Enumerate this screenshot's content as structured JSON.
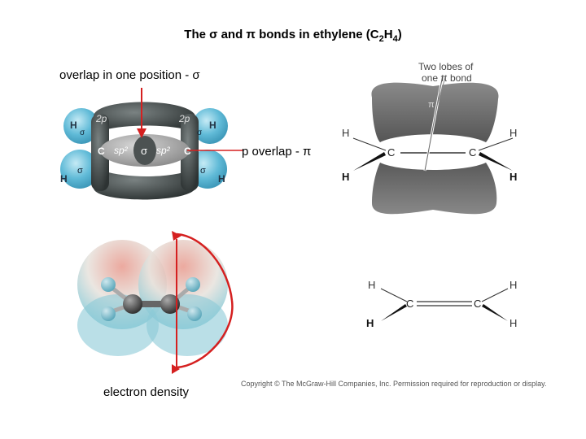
{
  "title": {
    "prefix": "The ",
    "sigma": "σ",
    "and": " and ",
    "pi": "π",
    "rest": " bonds in ethylene (C",
    "sub2": "2",
    "h": "H",
    "sub4": "4",
    "close": ")"
  },
  "labels": {
    "overlap_sigma": "overlap in one position - σ",
    "overlap_pi": "p overlap - π",
    "electron_density": "electron density"
  },
  "orbital_model": {
    "p_left": "2p",
    "p_right": "2p",
    "sp2_left": "sp²",
    "sp2_right": "sp²",
    "sigma": "σ",
    "carbon": "C",
    "hydrogen": "H"
  },
  "lobe_diagram": {
    "annotation_line1": "Two lobes of",
    "annotation_line2": "one π bond",
    "pi_symbol": "π",
    "carbon": "C",
    "hydrogen": "H"
  },
  "structure": {
    "carbon": "C",
    "hydrogen": "H"
  },
  "copyright": "Copyright © The McGraw-Hill Companies, Inc. Permission required for reproduction or display."
}
